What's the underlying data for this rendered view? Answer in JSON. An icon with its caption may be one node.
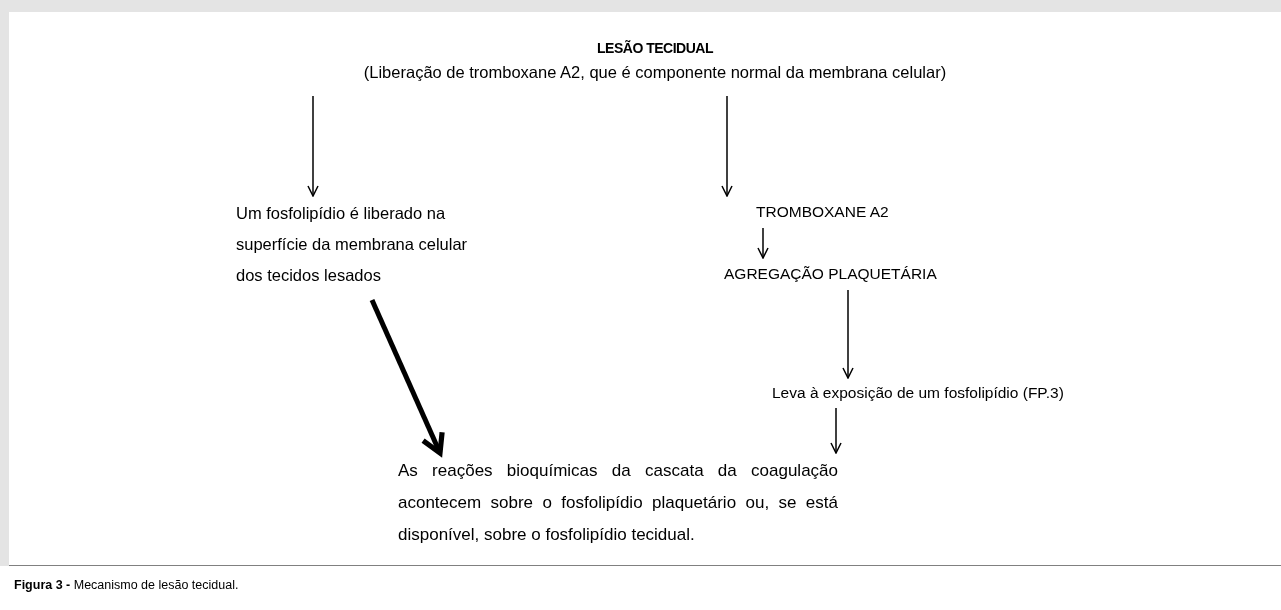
{
  "diagram": {
    "caption": "**Figura 3 -** Mecanismo de lesão tecidual.",
    "nodes": [
      {
        "text": [
          "LESÃO TECIDUAL",
          "(Liberação de tromboxane A2, que é  componente normal da membrana celular)"
        ]
      },
      {
        "text": [
          "Um fosfolipídio é liberado na superfície da membrana celular dos tecidos lesados"
        ]
      },
      {
        "text": [
          "TROMBOXANE A2"
        ]
      },
      {
        "text": [
          "AGREGAÇÃO PLAQUETÁRIA"
        ]
      },
      {
        "text": [
          "Leva à exposição de um fosfolipídio (FP.3)"
        ]
      },
      {
        "text": [
          "As reações bioquímicas da cascata da coagulação acontecem sobre o fosfolipídio plaquetário ou, se está disponível, sobre o fosfolipídio tecidual."
        ]
      }
    ],
    "edges": [
      {
        "from": 0,
        "to": 1,
        "arrow": "to"
      },
      {
        "from": 0,
        "to": 2,
        "arrow": "to"
      },
      {
        "from": 2,
        "to": 3,
        "arrow": "to"
      },
      {
        "from": 3,
        "to": 4,
        "arrow": "to"
      },
      {
        "from": 1,
        "to": 5,
        "arrow": "to",
        "style": "thick"
      },
      {
        "from": 4,
        "to": 5,
        "arrow": "to"
      }
    ]
  }
}
